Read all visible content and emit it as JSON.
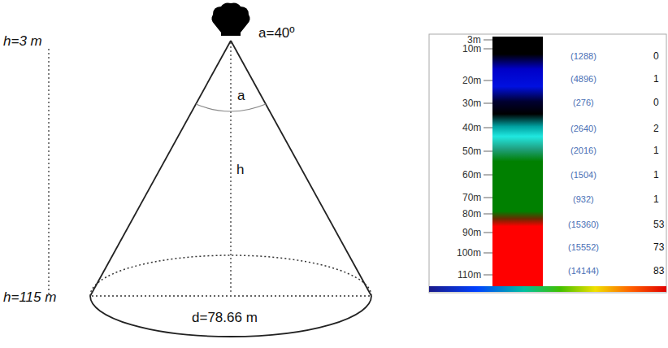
{
  "diagram": {
    "labels": [
      "h=3 m",
      "a=40º",
      "a",
      "h",
      "h=115 m",
      "d=78.66 m",
      "3m",
      "10m",
      "20m",
      "30m",
      "40m",
      "50m",
      "60m",
      "70m",
      "80m",
      "90m",
      "100m",
      "110m",
      "(1288)",
      "(4896)",
      "(276)",
      "(2640)",
      "(2016)",
      "(1504)",
      "(932)",
      "(15360)",
      "(15552)",
      "(14144)",
      "0",
      "1",
      "0",
      "2",
      "1",
      "1",
      "1",
      "53",
      "73",
      "83"
    ]
  }
}
